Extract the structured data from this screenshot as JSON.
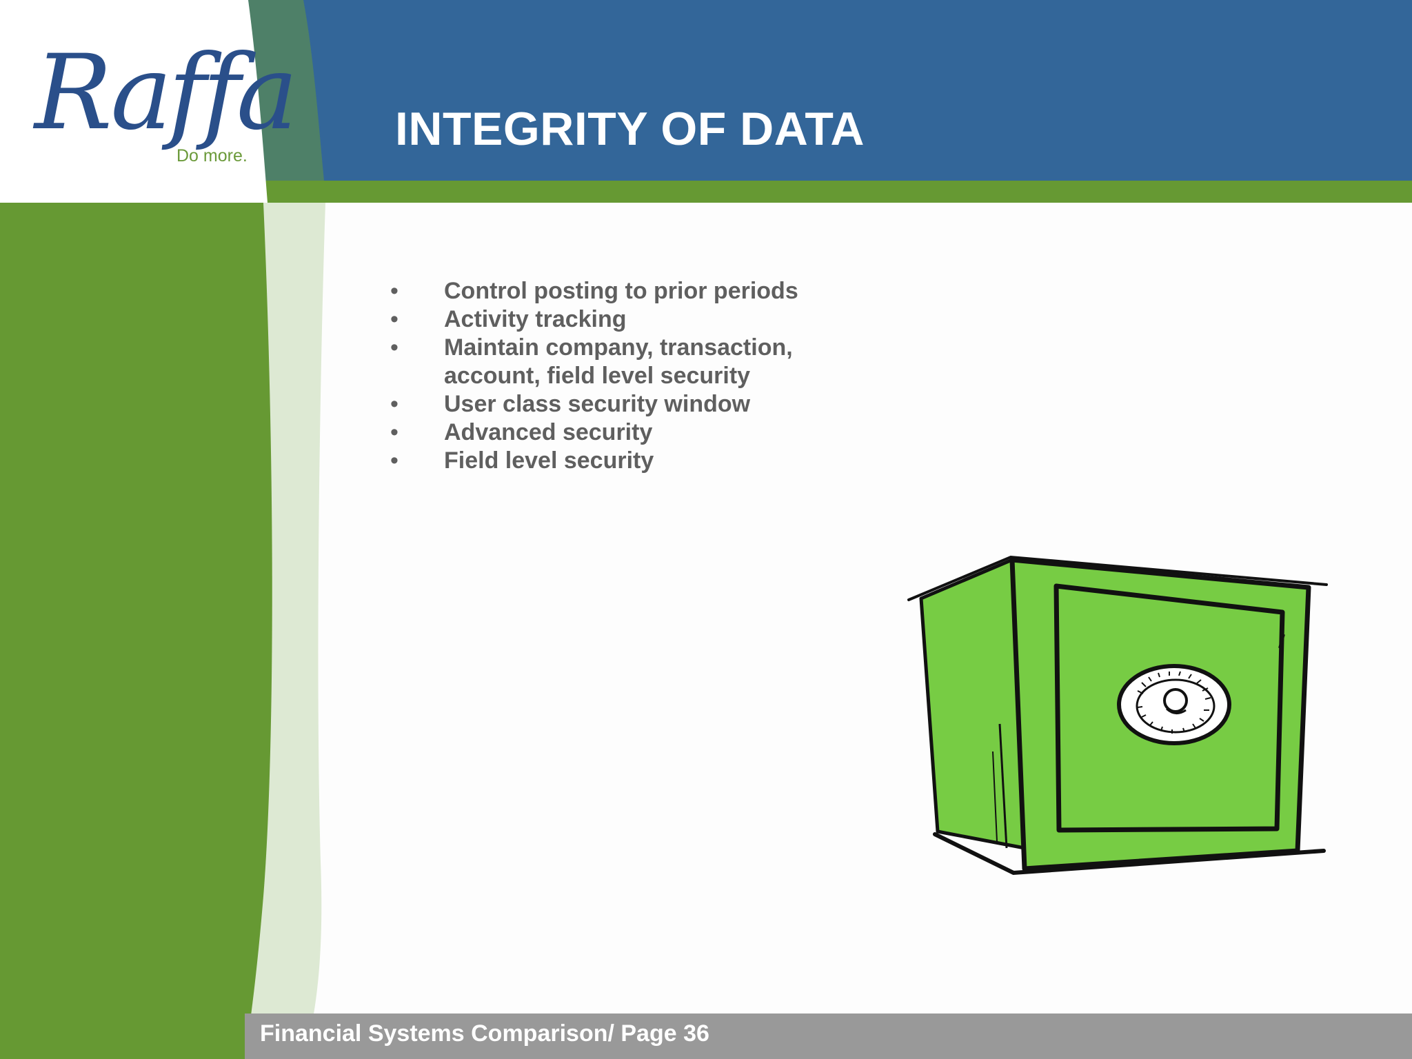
{
  "header": {
    "title": "INTEGRITY OF DATA"
  },
  "logo": {
    "script_text": "Raffa",
    "tagline": "Do more."
  },
  "bullets": [
    "Control posting to prior periods",
    "Activity tracking",
    "Maintain company, transaction, account, field level security",
    "User class security window",
    "Advanced security",
    "Field level security"
  ],
  "bullet_symbol": "•",
  "footer": {
    "label": "Financial Systems Comparison/ Page 36"
  },
  "illustration": {
    "icon": "safe-icon"
  },
  "colors": {
    "header_blue": "#336699",
    "accent_green": "#669933",
    "light_green": "#dde9d3",
    "safe_green": "#77cc44",
    "footer_gray": "#999999",
    "text_gray": "#5f5f5f"
  }
}
